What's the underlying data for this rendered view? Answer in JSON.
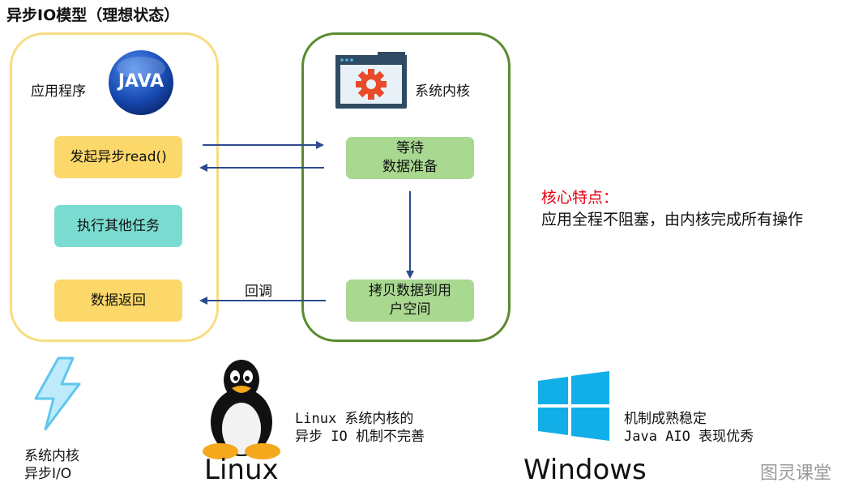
{
  "title": "异步IO模型（理想状态）",
  "app_panel": {
    "label": "应用程序",
    "logo_text": "JAVA",
    "steps": [
      "发起异步read()",
      "执行其他任务",
      "数据返回"
    ]
  },
  "kernel_panel": {
    "label": "系统内核",
    "steps": [
      [
        "等待",
        "数据准备"
      ],
      [
        "拷贝数据到用",
        "户空间"
      ]
    ]
  },
  "callback_label": "回调",
  "note": {
    "title": "核心特点：",
    "body": "应用全程不阻塞，由内核完成所有操作"
  },
  "bottom": {
    "async_caption": [
      "系统内核",
      "异步I/O"
    ],
    "linux_brand": "Linux",
    "linux_caption": [
      "Linux 系统内核的",
      "异步 IO 机制不完善"
    ],
    "windows_brand": "Windows",
    "windows_caption": [
      "机制成熟稳定",
      "Java AIO 表现优秀"
    ],
    "watermark": "图灵课堂"
  },
  "colors": {
    "app_border": "#f8dc82",
    "kernel_border": "#5a8b2e",
    "arrow": "#2e4a8f",
    "highlight": "#e60012"
  }
}
